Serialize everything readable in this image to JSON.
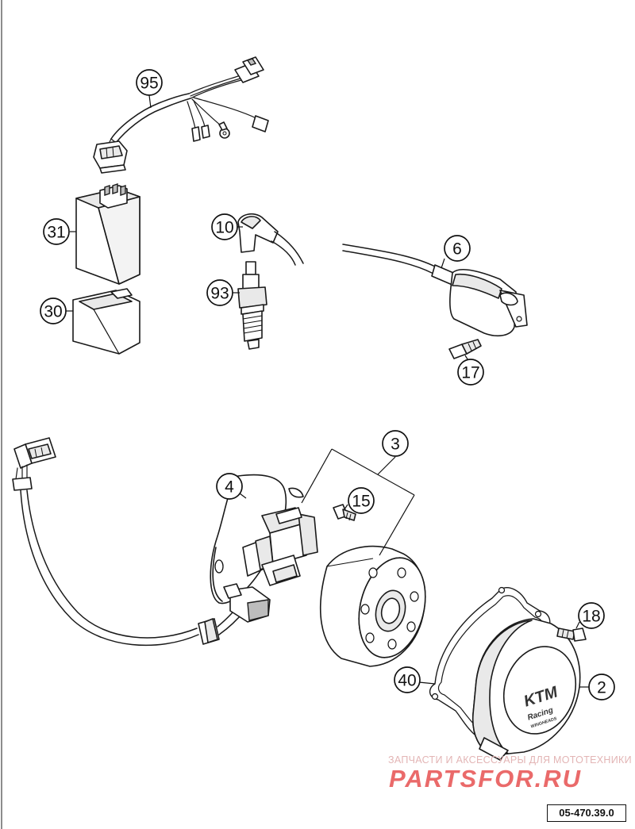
{
  "callouts": {
    "c95": "95",
    "c31": "31",
    "c30": "30",
    "c10": "10",
    "c93": "93",
    "c6": "6",
    "c17": "17",
    "c3": "3",
    "c4": "4",
    "c15": "15",
    "c18": "18",
    "c40": "40",
    "c2": "2"
  },
  "cover_logo": {
    "brand": "KTM",
    "line1": "Racing",
    "line2": "WINGHEADS"
  },
  "watermark": {
    "subtitle": "ЗАПЧАСТИ И АКСЕССУАРЫ ДЛЯ МОТОТЕХНИКИ",
    "site": "PARTSFOR.RU",
    "color": "#ea6a6a"
  },
  "reference_code": "05-470.39.0"
}
